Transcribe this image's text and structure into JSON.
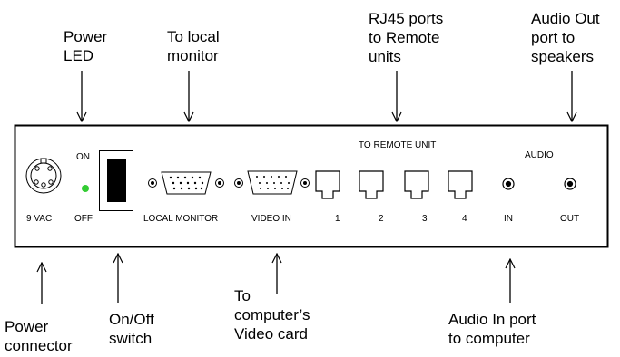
{
  "callouts": {
    "power_led": [
      "Power",
      "LED"
    ],
    "local_monitor": [
      "To local",
      "monitor"
    ],
    "rj45": [
      "RJ45 ports",
      "to Remote",
      "units"
    ],
    "audio_out": [
      "Audio Out",
      "port to",
      "speakers"
    ],
    "power_connector": [
      "Power",
      "connector"
    ],
    "onoff_switch": [
      "On/Off",
      "switch"
    ],
    "video_card": [
      "To",
      "computer’s",
      "Video card"
    ],
    "audio_in": [
      "Audio In port",
      "to computer"
    ]
  },
  "panel": {
    "on_label": "ON",
    "off_label": "OFF",
    "vac_label": "9 VAC",
    "local_monitor_label": "LOCAL MONITOR",
    "video_in_label": "VIDEO IN",
    "remote_header": "TO REMOTE UNIT",
    "port_numbers": [
      "1",
      "2",
      "3",
      "4"
    ],
    "audio_header": "AUDIO",
    "audio_in_label": "IN",
    "audio_out_label": "OUT",
    "led_color": "#33cc33"
  }
}
